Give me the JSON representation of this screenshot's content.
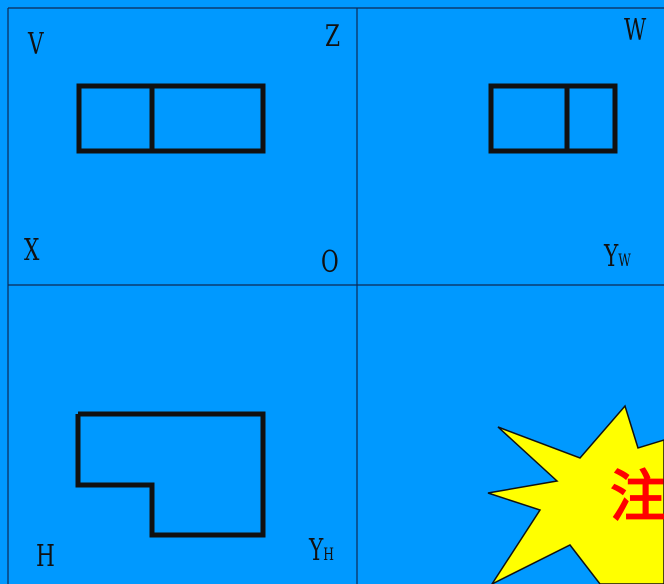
{
  "labels": {
    "v": "V",
    "z": "Z",
    "w": "W",
    "x": "X",
    "o": "O",
    "yw_main": "Y",
    "yw_sub": "W",
    "h": "H",
    "yh_main": "Y",
    "yh_sub": "H"
  },
  "callout": {
    "text": "注"
  },
  "colors": {
    "background": "#0099ff",
    "lines": "#111111",
    "starburst_fill": "#ffff00",
    "callout_text": "#ff0000"
  }
}
